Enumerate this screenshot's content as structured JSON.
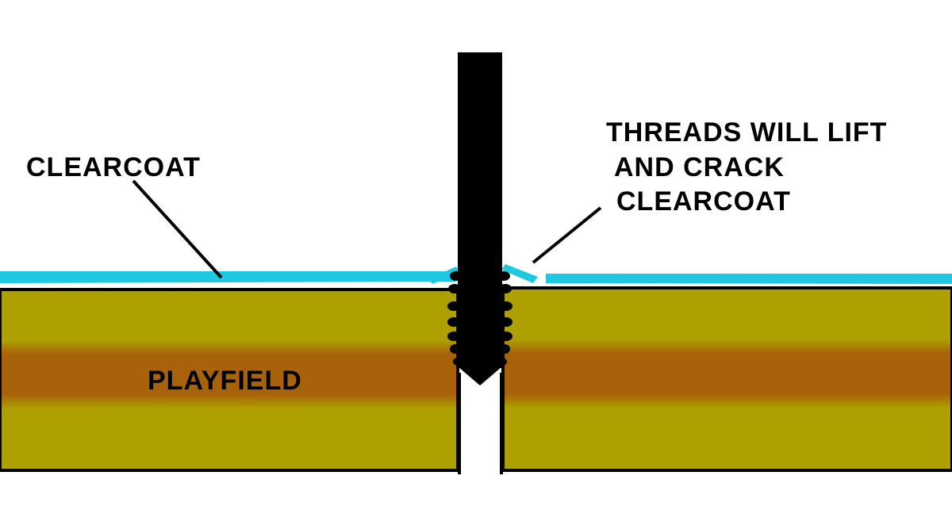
{
  "labels": {
    "clearcoat_left": "CLEARCOAT",
    "threads_line1": "THREADS WILL LIFT",
    "threads_line2": "AND CRACK",
    "threads_line3": "CLEARCOAT",
    "playfield": "PLAYFIELD"
  },
  "colors": {
    "clearcoat": "#1ec8e0",
    "wood": "#aea000",
    "wood_band": "#a8620a",
    "outline": "#000000",
    "screw": "#000000",
    "background": "#ffffff"
  }
}
